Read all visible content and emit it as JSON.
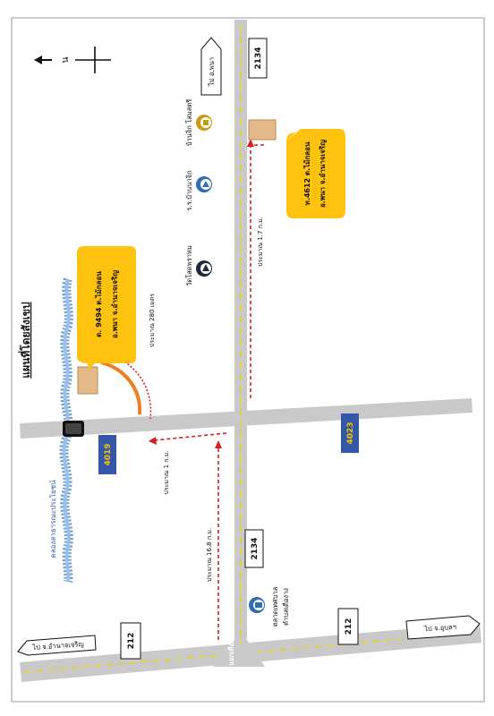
{
  "map": {
    "title": "แผนที่โดยสังเขป",
    "north_label": "น",
    "colors": {
      "road": "#c9c9c9",
      "road_center": "#f2d200",
      "route_arrow": "#d81e1e",
      "callout": "#ffc20e",
      "canal": "#5b8fd0",
      "highlight_arc": "#ef7d22",
      "site_fill": "#e3b98a",
      "road_box_blue": "#3358a8",
      "road_box_yellow_text": "#f5c400",
      "pin_blue": "#2f6db5",
      "pin_gold": "#c89b12",
      "pin_dark": "#1e2a3a"
    },
    "roads": {
      "main_top": "2134",
      "main_mid": "2134",
      "bottom_left": "212",
      "bottom_right": "212",
      "cross_left": "4019",
      "cross_right": "4023"
    },
    "directions": {
      "to_phana": "ไป อ.พนา",
      "to_amnat": "ไป จ.อำนาจเจริญ",
      "to_ubon": "ไป จ.อุบลฯ"
    },
    "junction": "แยกเดือยข",
    "canal": "คลองสาธารณะประโยชน์",
    "distances": {
      "d1": "ประมาณ 16.8 ก.ม.",
      "d2": "ประมาณ 1 ก.ม.",
      "d3": "ประมาณ 280 เมตร",
      "d4": "ประมาณ 1.7 ก.ม."
    },
    "callouts": {
      "site1_line1": "ต. 9494 ต.ไม้กลอน",
      "site1_line2": "อ.พนา จ.อำนาจเจริญ",
      "site2_line1": "ท.4612 ต.ไม้กลอน",
      "site2_line2": "อ.พนา จ.อำนาจเจริญ"
    },
    "landmarks": {
      "temple": "วัดโสดพราหม",
      "school": "ร.ร.บ้านนาจิก",
      "health": "บ้านจิก โสมสตรี",
      "market_line1": "ตลาดเทศบาล",
      "market_line2": "ตำบลเดืองาง"
    },
    "icons": {
      "temple": "temple-icon",
      "school": "school-icon",
      "health": "clinic-icon",
      "market": "market-icon",
      "north": "north-arrow-icon"
    }
  }
}
